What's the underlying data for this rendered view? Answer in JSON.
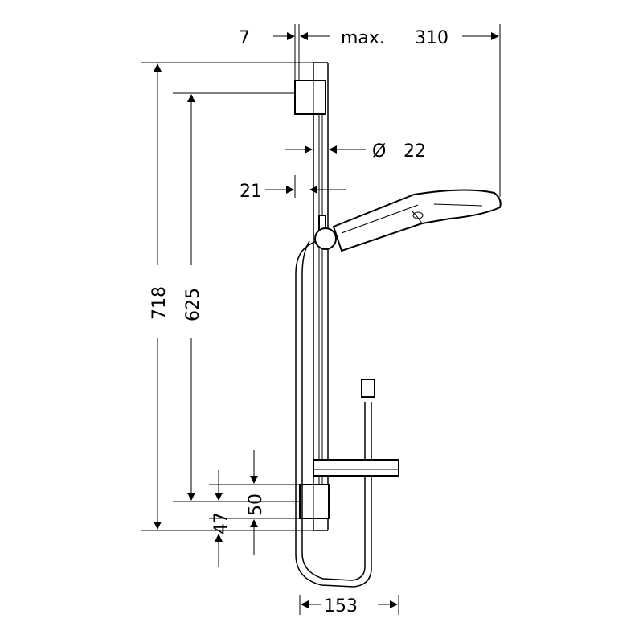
{
  "dimensions": {
    "offset_top": "7",
    "max_label": "max.",
    "reach": "310",
    "diameter_symbol": "Ø",
    "diameter": "22",
    "rail_offset": "21",
    "total_height": "718",
    "mount_spacing": "625",
    "bracket_50": "50",
    "bracket_47": "47",
    "shelf_width": "153"
  }
}
